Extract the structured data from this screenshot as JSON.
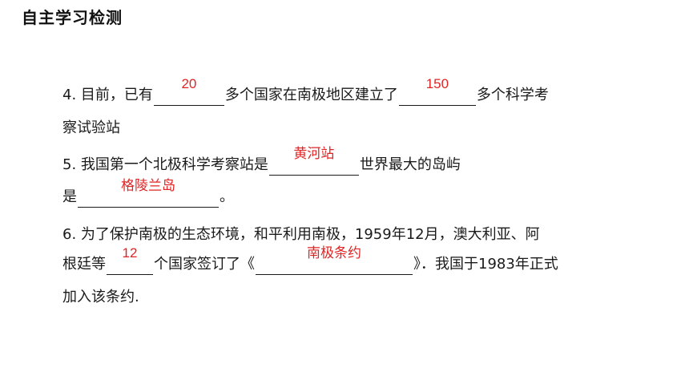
{
  "header": {
    "title": "自主学习检测"
  },
  "questions": [
    {
      "lines": [
        [
          "4. 目前，已有",
          "多个国家在南极地区建立了",
          "多个科学考"
        ],
        [
          "察试验站"
        ]
      ],
      "answers": [
        "20",
        "150"
      ]
    },
    {
      "lines": [
        [
          "5. 我国第一个北极科学考察站是",
          "世界最大的岛屿"
        ],
        [
          "是",
          "。"
        ]
      ],
      "answers": [
        "黄河站",
        "格陵兰岛"
      ]
    },
    {
      "lines": [
        [
          "6. 为了保护南极的生态环境，和平利用南极，1959年12月，澳大利亚、阿"
        ],
        [
          "根廷等",
          "个国家签订了《",
          "》．我国于1983年正式"
        ],
        [
          "加入该条约."
        ]
      ],
      "answers": [
        "12",
        "南极条约"
      ]
    }
  ],
  "colors": {
    "answer": "#e02424",
    "text": "#1a1a1a"
  }
}
